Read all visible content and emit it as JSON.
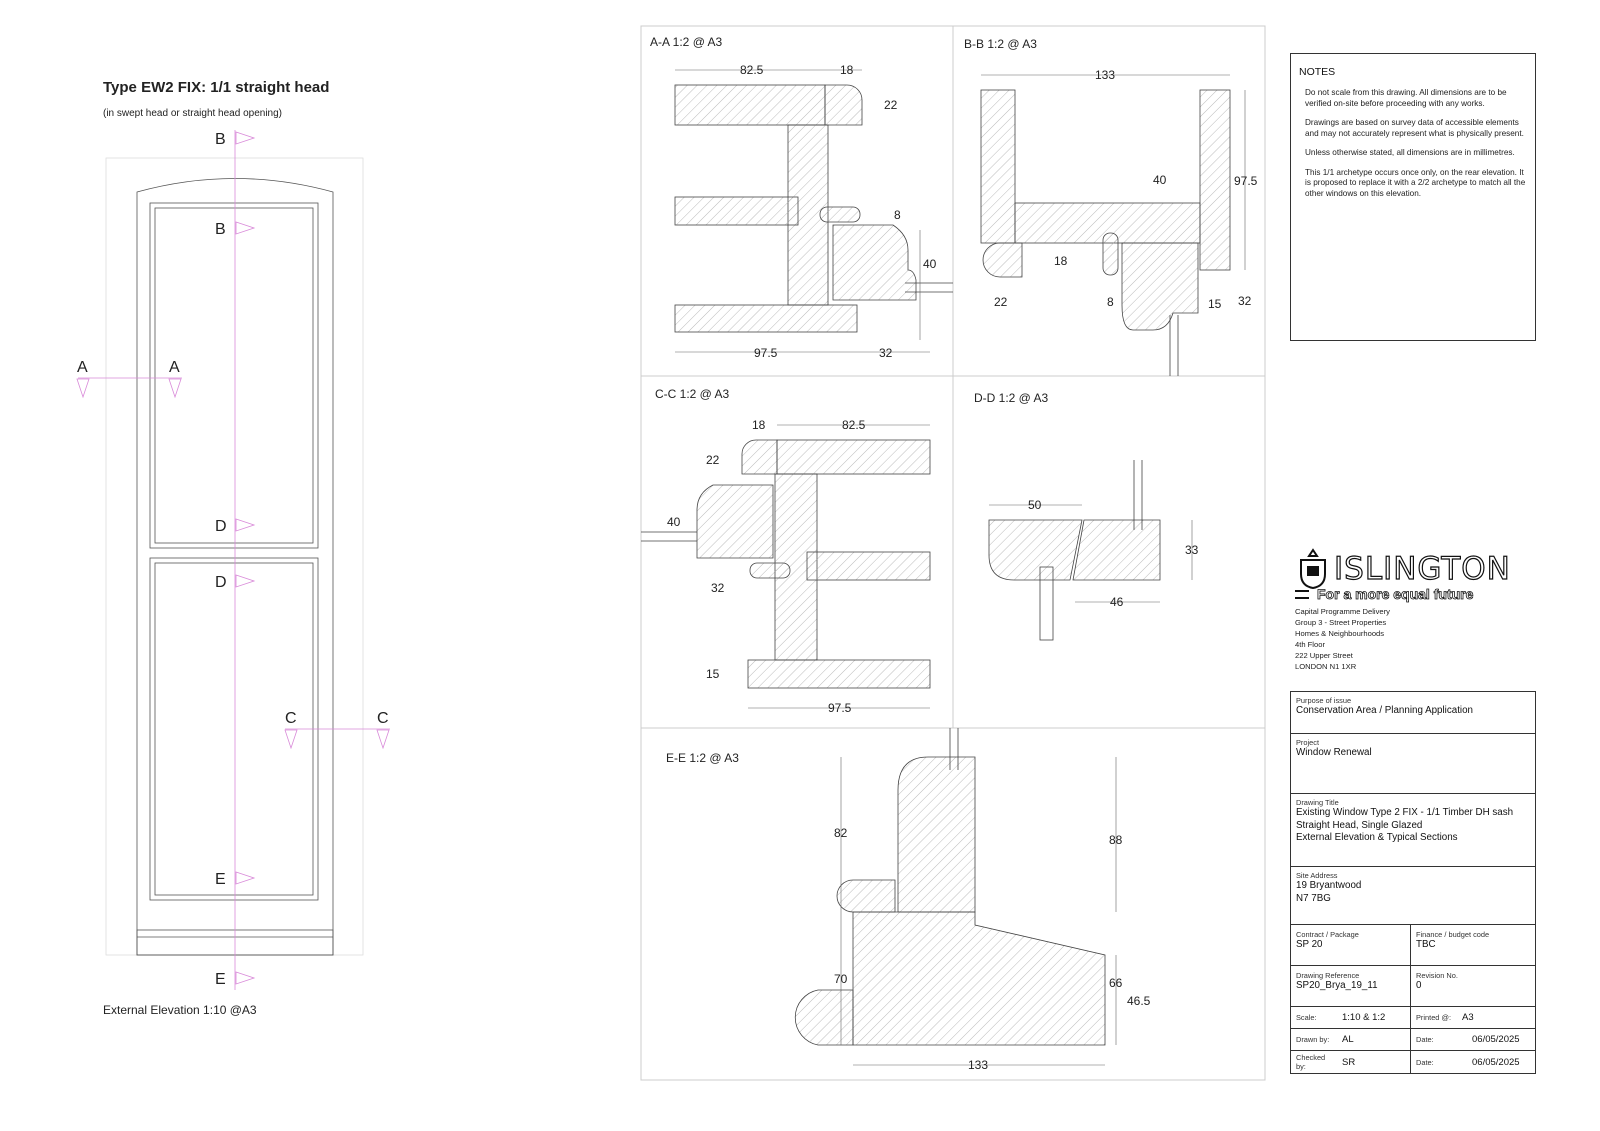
{
  "elevation": {
    "title": "Type EW2 FIX: 1/1 straight head",
    "subtitle": "(in swept head or straight head opening)",
    "caption": "External Elevation  1:10 @A3",
    "markers": {
      "b": "B",
      "a": "A",
      "c": "C",
      "d": "D",
      "e": "E"
    }
  },
  "sections": {
    "aa": {
      "title": "A-A  1:2 @ A3",
      "dims": [
        "82.5",
        "18",
        "22",
        "8",
        "40",
        "97.5",
        "32"
      ]
    },
    "bb": {
      "title": "B-B  1:2 @ A3",
      "dims": [
        "133",
        "40",
        "97.5",
        "18",
        "22",
        "8",
        "15",
        "32"
      ]
    },
    "cc": {
      "title": "C-C  1:2 @ A3",
      "dims": [
        "18",
        "82.5",
        "22",
        "40",
        "32",
        "15",
        "97.5"
      ]
    },
    "dd": {
      "title": "D-D  1:2 @ A3",
      "dims": [
        "50",
        "33",
        "46"
      ]
    },
    "ee": {
      "title": "E-E  1:2 @ A3",
      "dims": [
        "82",
        "88",
        "70",
        "66",
        "46.5",
        "133"
      ]
    }
  },
  "notes": {
    "heading": "NOTES",
    "items": [
      "Do not scale from this drawing. All dimensions are to be verified on-site before proceeding with any works.",
      "Drawings are based on survey data of accessible elements and may not accurately represent what is physically present.",
      "Unless otherwise stated, all dimensions are in millimetres.",
      "This 1/1 archetype occurs once only, on the rear elevation. It is proposed to replace it with a 2/2 archetype to match all the other windows on this elevation."
    ]
  },
  "logo": {
    "name": "ISLINGTON",
    "tagline": "For a more equal future"
  },
  "address": [
    "Capital Programme Delivery",
    "Group 3 - Street Properties",
    "Homes & Neighbourhoods",
    "4th Floor",
    "222 Upper Street",
    "LONDON N1 1XR"
  ],
  "titleblock": {
    "purpose_label": "Purpose of issue",
    "purpose": "Conservation Area / Planning Application",
    "project_label": "Project",
    "project": "Window Renewal",
    "title_label": "Drawing Title",
    "title": [
      "Existing Window Type 2 FIX - 1/1 Timber DH sash",
      "Straight Head, Single Glazed",
      "External Elevation & Typical Sections"
    ],
    "site_label": "Site Address",
    "site": [
      "19 Bryantwood",
      "N7 7BG"
    ],
    "contract_label": "Contract / Package",
    "contract": "SP 20",
    "finance_label": "Finance / budget code",
    "finance": "TBC",
    "ref_label": "Drawing Reference",
    "ref": "SP20_Brya_19_11",
    "rev_label": "Revision No.",
    "rev": "0",
    "scale_label": "Scale:",
    "scale": "1:10 & 1:2",
    "printed_label": "Printed @:",
    "printed": "A3",
    "drawn_label": "Drawn by:",
    "drawn": "AL",
    "date_label": "Date:",
    "drawn_date": "06/05/2025",
    "checked_label": "Checked by:",
    "checked": "SR",
    "checked_date": "06/05/2025"
  },
  "colors": {
    "section_marker": "#d98ad9",
    "line": "#333333",
    "hatch": "#999999"
  }
}
